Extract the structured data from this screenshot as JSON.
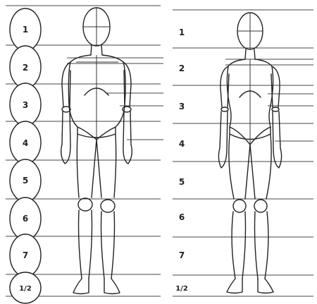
{
  "male_head_labels": [
    "1",
    "2",
    "3",
    "4",
    "5",
    "6",
    "7",
    "1/2"
  ],
  "female_head_labels": [
    "1",
    "2",
    "3",
    "4",
    "5",
    "6",
    "7",
    "1/2"
  ]
}
